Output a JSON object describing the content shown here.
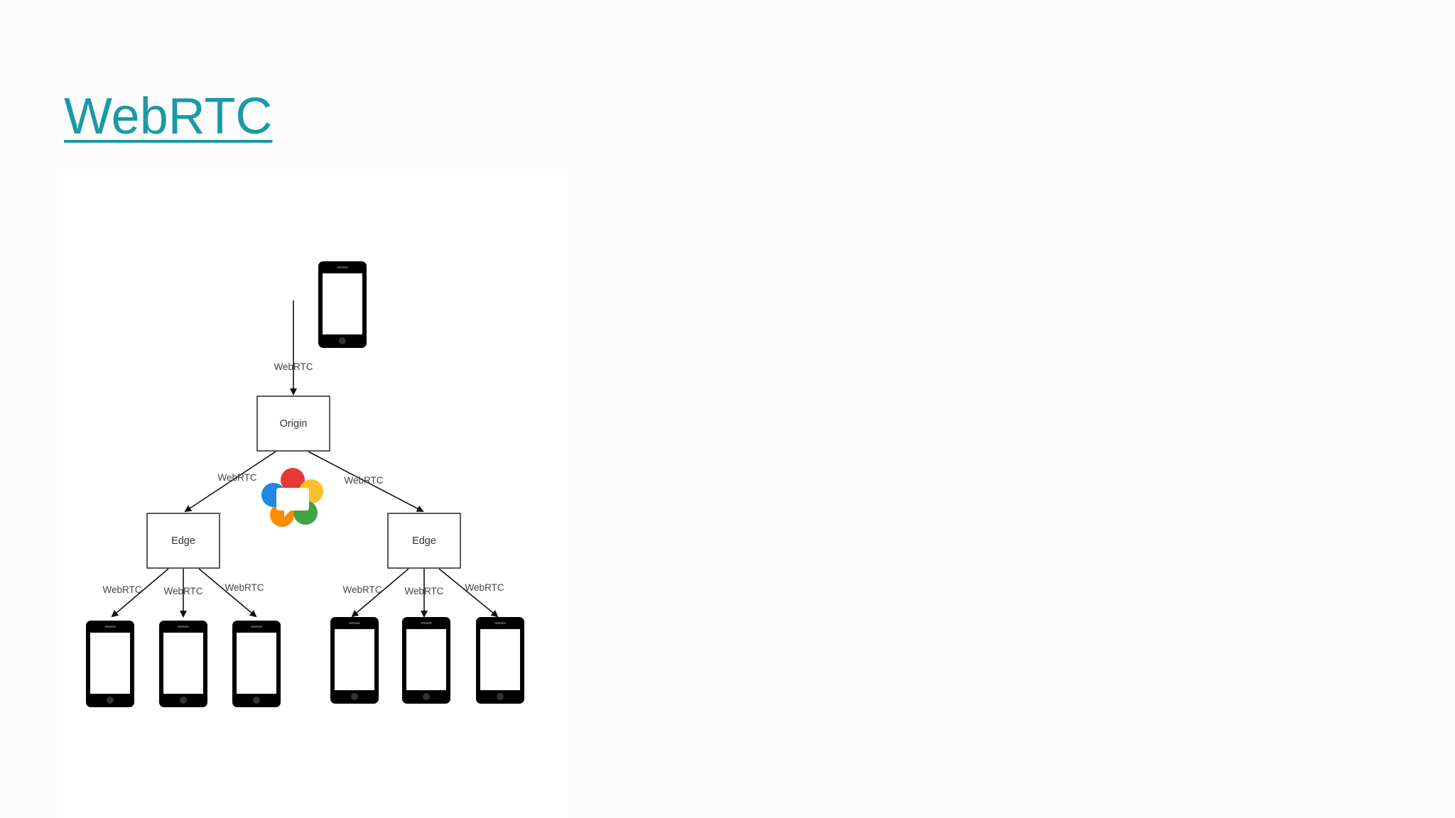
{
  "slide": {
    "title": "WebRTC"
  },
  "diagram": {
    "nodes": {
      "origin": "Origin",
      "edge_left": "Edge",
      "edge_right": "Edge"
    },
    "connection_label": "WebRTC",
    "logo_icon": "webrtc-logo-icon",
    "device_icon": "smartphone-icon"
  },
  "colors": {
    "title": "#1a9aa8",
    "logo": [
      "#e53935",
      "#fbc02d",
      "#43a047",
      "#1e88e5",
      "#fb8c00"
    ]
  }
}
